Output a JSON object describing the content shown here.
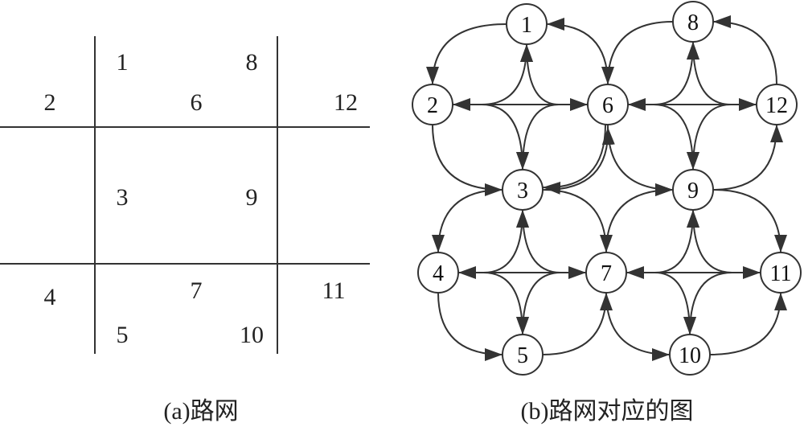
{
  "road_network": {
    "caption": "(a)路网",
    "labels": [
      "1",
      "8",
      "2",
      "6",
      "12",
      "3",
      "9",
      "4",
      "7",
      "11",
      "5",
      "10"
    ]
  },
  "graph": {
    "caption": "(b)路网对应的图",
    "nodes": [
      "1",
      "2",
      "3",
      "4",
      "5",
      "6",
      "7",
      "8",
      "9",
      "10",
      "11",
      "12"
    ],
    "edges": [
      {
        "from": "1",
        "to": "2"
      },
      {
        "from": "6",
        "to": "1"
      },
      {
        "from": "8",
        "to": "6"
      },
      {
        "from": "12",
        "to": "8"
      },
      {
        "from": "2",
        "to": "3"
      },
      {
        "from": "6",
        "to": "3"
      },
      {
        "from": "3",
        "to": "6"
      },
      {
        "from": "3",
        "to": "4"
      },
      {
        "from": "3",
        "to": "7"
      },
      {
        "from": "6",
        "to": "9"
      },
      {
        "from": "7",
        "to": "9"
      },
      {
        "from": "9",
        "to": "12"
      },
      {
        "from": "9",
        "to": "11"
      },
      {
        "from": "4",
        "to": "5"
      },
      {
        "from": "5",
        "to": "7"
      },
      {
        "from": "7",
        "to": "10"
      },
      {
        "from": "10",
        "to": "11"
      }
    ],
    "junctions": [
      {
        "left": "2",
        "right": "6",
        "top": "1",
        "bottom": "3"
      },
      {
        "left": "6",
        "right": "12",
        "top": "8",
        "bottom": "9"
      },
      {
        "left": "4",
        "right": "7",
        "top": "3",
        "bottom": "5"
      },
      {
        "left": "7",
        "right": "11",
        "top": "9",
        "bottom": "10"
      }
    ],
    "colors": {
      "stroke": "#333333",
      "fill": "#ffffff"
    }
  }
}
